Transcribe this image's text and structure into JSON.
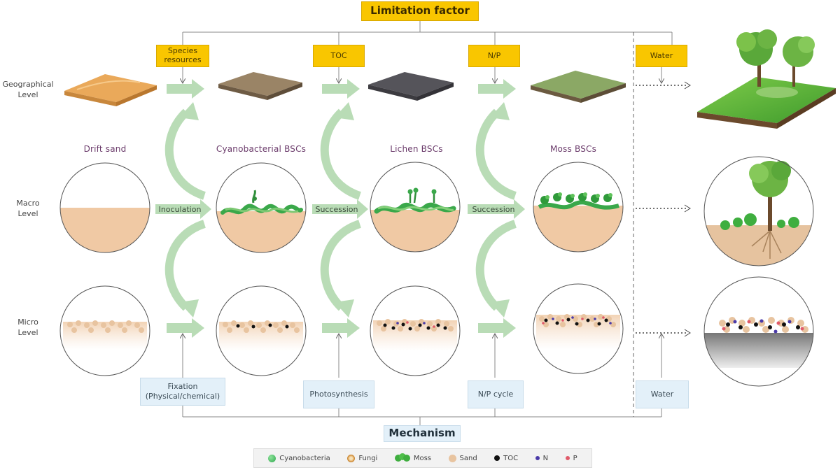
{
  "limitation": {
    "title": "Limitation factor",
    "factors": [
      "Species\nresources",
      "TOC",
      "N/P",
      "Water"
    ]
  },
  "mechanism": {
    "title": "Mechanism",
    "items": [
      "Fixation\n(Physical/chemical)",
      "Photosynthesis",
      "N/P cycle",
      "Water"
    ]
  },
  "levels": [
    "Geographical\nLevel",
    "Macro\nLevel",
    "Micro\nLevel"
  ],
  "stages": [
    "Drift sand",
    "Cyanobacterial BSCs",
    "Lichen BSCs",
    "Moss BSCs"
  ],
  "transitions": [
    "Inoculation",
    "Succession",
    "Succession"
  ],
  "legend": [
    {
      "label": "Cyanobacteria",
      "icon": "cyanobacteria-icon",
      "color": "#2fa84f"
    },
    {
      "label": "Fungi",
      "icon": "fungi-icon",
      "color": "#e0a050"
    },
    {
      "label": "Moss",
      "icon": "moss-icon",
      "color": "#3fae3f"
    },
    {
      "label": "Sand",
      "icon": "sand-icon",
      "color": "#e8c4a0"
    },
    {
      "label": "TOC",
      "icon": "toc-icon",
      "color": "#111111"
    },
    {
      "label": "N",
      "icon": "n-icon",
      "color": "#4a3aa8"
    },
    {
      "label": "P",
      "icon": "p-icon",
      "color": "#e05a6a"
    }
  ],
  "colors": {
    "sand": "#f0c9a4",
    "arrow": "#b9dcb6",
    "arrow_dark": "#8fc48b",
    "cyano": "#3aa84a",
    "moss": "#2f9a3a",
    "factor_box": "#f9c600",
    "mechanism_box": "#e3f0f9"
  }
}
